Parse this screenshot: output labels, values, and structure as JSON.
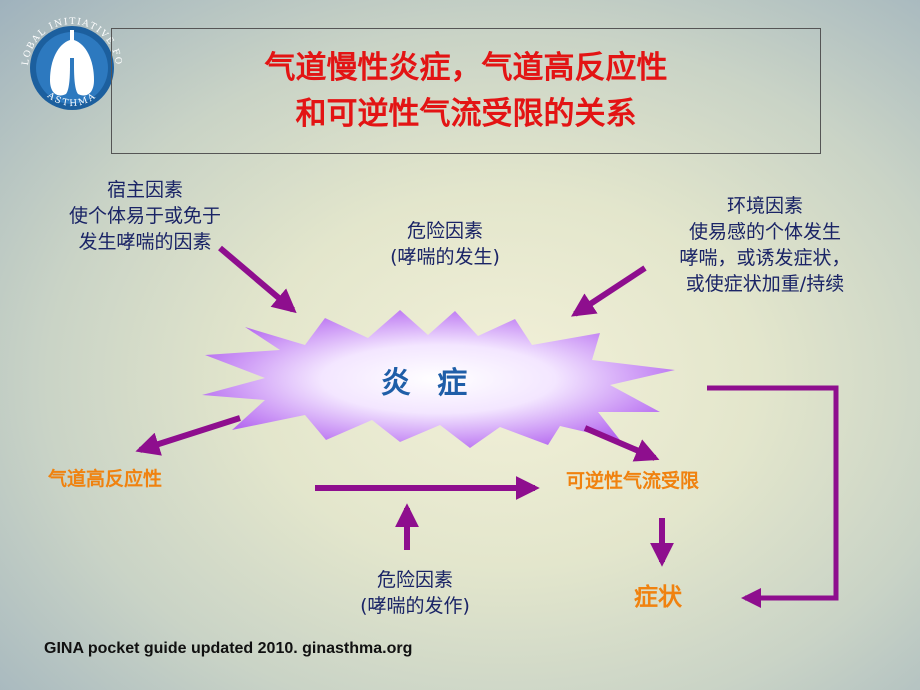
{
  "logo": {
    "text_top": "GLOBAL INITIATIVE FOR",
    "text_bottom": "ASTHMA"
  },
  "title": {
    "line1": "气道慢性炎症，气道高反应性",
    "line2": "和可逆性气流受限的关系"
  },
  "host_factors": {
    "line1": "宿主因素",
    "line2": "使个体易于或免于",
    "line3": "发生哮喘的因素"
  },
  "risk_factors_onset": {
    "line1": "危险因素",
    "line2": "(哮喘的发生)"
  },
  "environment_factors": {
    "line1": "环境因素",
    "line2": "使易感的个体发生",
    "line3": "哮喘，或诱发症状，",
    "line4": "或使症状加重/持续"
  },
  "inflammation": "炎 症",
  "airway_hyperresponsiveness": "气道高反应性",
  "reversible_airflow_limitation": "可逆性气流受限",
  "risk_factors_attack": {
    "line1": "危险因素",
    "line2": "(哮喘的发作)"
  },
  "symptoms": "症状",
  "footer": "GINA pocket guide updated 2010. ginasthma.org",
  "colors": {
    "title": "#e31414",
    "body_text": "#1a2466",
    "outcome_text": "#f0820f",
    "arrows": "#8e0e8e",
    "burst_label": "#1f5ea8"
  }
}
